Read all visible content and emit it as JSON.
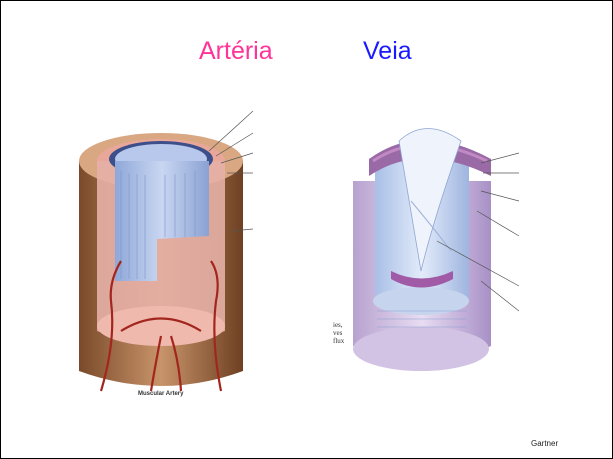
{
  "slide": {
    "title_artery": "Artéria",
    "title_vein": "Veia",
    "credit": "Gartner"
  },
  "figures": {
    "artery_caption": "Muscular Artery",
    "vein_fragments": [
      "ies,",
      "ves",
      "flux"
    ]
  },
  "colors": {
    "artery_title": "#ff3399",
    "vein_title": "#1a1aff"
  }
}
